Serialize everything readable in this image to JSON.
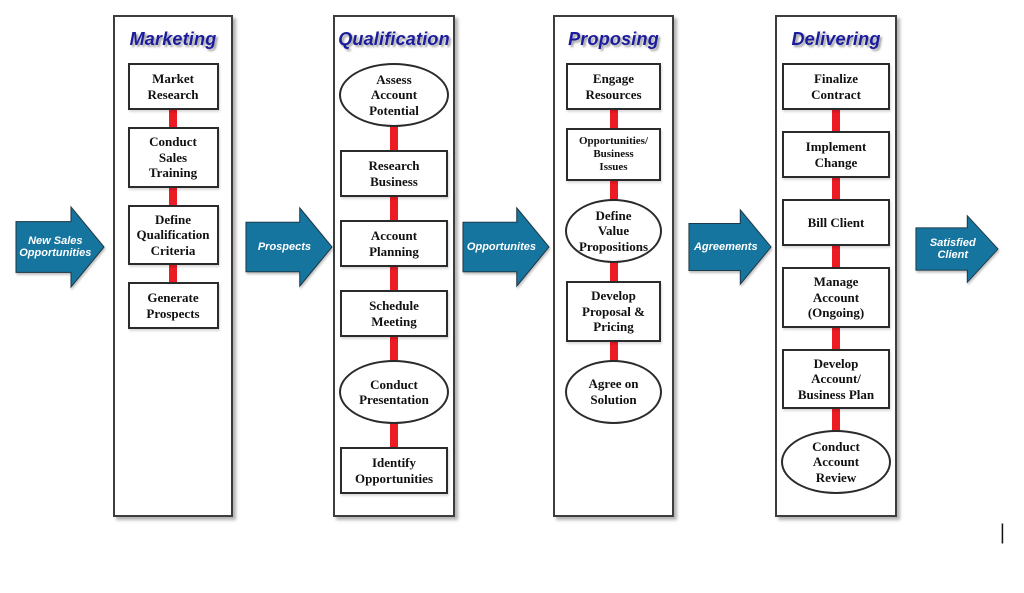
{
  "process_flow": {
    "stages": [
      {
        "title": "Marketing",
        "steps": [
          {
            "label": "Market\nResearch",
            "shape": "rect"
          },
          {
            "label": "Conduct\nSales\nTraining",
            "shape": "rect"
          },
          {
            "label": "Define\nQualification\nCriteria",
            "shape": "rect"
          },
          {
            "label": "Generate\nProspects",
            "shape": "rect"
          }
        ]
      },
      {
        "title": "Qualification",
        "steps": [
          {
            "label": "Assess\nAccount\nPotential",
            "shape": "ellipse"
          },
          {
            "label": "Research\nBusiness",
            "shape": "rect"
          },
          {
            "label": "Account\nPlanning",
            "shape": "rect"
          },
          {
            "label": "Schedule\nMeeting",
            "shape": "rect"
          },
          {
            "label": "Conduct\nPresentation",
            "shape": "ellipse"
          },
          {
            "label": "Identify\nOpportunities",
            "shape": "rect"
          }
        ]
      },
      {
        "title": "Proposing",
        "steps": [
          {
            "label": "Engage\nResources",
            "shape": "rect"
          },
          {
            "label": "Opportunities/\nBusiness\nIssues",
            "shape": "rect",
            "variant": "small-text"
          },
          {
            "label": "Define\nValue\nPropositions",
            "shape": "ellipse"
          },
          {
            "label": "Develop\nProposal &\nPricing",
            "shape": "rect"
          },
          {
            "label": "Agree on\nSolution",
            "shape": "ellipse"
          }
        ]
      },
      {
        "title": "Delivering",
        "steps": [
          {
            "label": "Finalize\nContract",
            "shape": "rect"
          },
          {
            "label": "Implement\nChange",
            "shape": "rect"
          },
          {
            "label": "Bill Client",
            "shape": "rect"
          },
          {
            "label": "Manage\nAccount\n(Ongoing)",
            "shape": "rect"
          },
          {
            "label": "Develop\nAccount/\nBusiness Plan",
            "shape": "rect"
          },
          {
            "label": "Conduct\nAccount\nReview",
            "shape": "ellipse"
          }
        ]
      }
    ],
    "arrows": [
      {
        "label": "New Sales\nOpportunities"
      },
      {
        "label": "Prospects"
      },
      {
        "label": "Opportunites"
      },
      {
        "label": "Agreements"
      },
      {
        "label": "Satisfied\nClient"
      }
    ],
    "colors": {
      "arrow_fill": "#16759F",
      "stage_title": "#1B1B9E",
      "connector": "#EC1C24",
      "shape_border": "#2B2B2B"
    }
  },
  "cursor": {
    "glyph": "|"
  }
}
